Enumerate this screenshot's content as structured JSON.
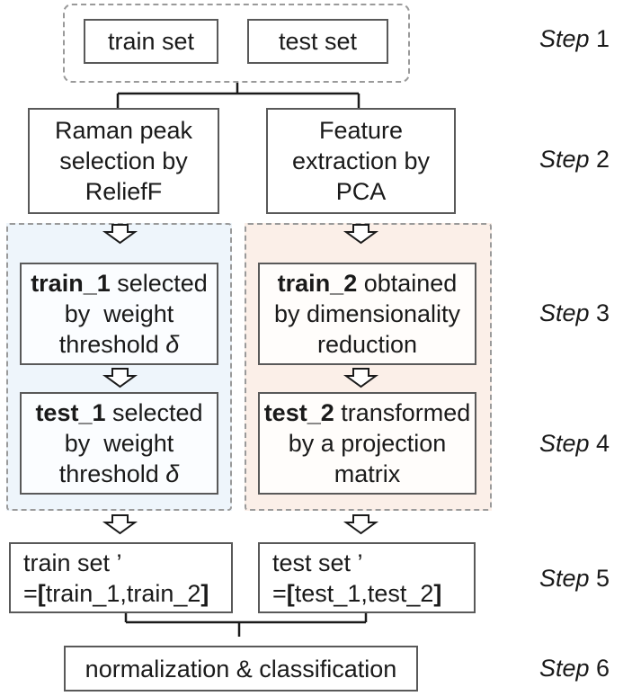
{
  "step1": {
    "train_set": "train set",
    "test_set": "test set"
  },
  "step2": {
    "left_lines": [
      "Raman peak",
      "selection by",
      "ReliefF"
    ],
    "right_lines": [
      "Feature",
      "extraction by",
      "PCA"
    ]
  },
  "step3": {
    "left": {
      "bold": "train_1",
      "rest1": " selected",
      "line2": "by  weight",
      "line3": "threshold ",
      "delta": "δ"
    },
    "right": {
      "bold": "train_2",
      "rest1": " obtained",
      "line2": "by dimensionality",
      "line3": "reduction"
    }
  },
  "step4": {
    "left": {
      "bold": "test_1",
      "rest1": " selected",
      "line2": "by  weight",
      "line3": "threshold ",
      "delta": "δ"
    },
    "right": {
      "bold": "test_2",
      "rest1": " transformed",
      "line2": "by a projection",
      "line3": "matrix"
    }
  },
  "step5": {
    "left": {
      "line1": "train set ’",
      "eq": "=",
      "open": "[",
      "inner": "train_1,train_2",
      "close": "]"
    },
    "right": {
      "line1": "test set ’",
      "eq": "=",
      "open": "[",
      "inner": "test_1,test_2",
      "close": "]"
    }
  },
  "step6": {
    "label": "normalization & classification"
  },
  "steps": [
    {
      "word": "Step",
      "num": " 1"
    },
    {
      "word": "Step",
      "num": " 2"
    },
    {
      "word": "Step",
      "num": " 3"
    },
    {
      "word": "Step",
      "num": " 4"
    },
    {
      "word": "Step",
      "num": " 5"
    },
    {
      "word": "Step",
      "num": " 6"
    }
  ],
  "colors": {
    "border": "#595959",
    "dashed": "#9a9a9a",
    "blue_region": "#eef5fb",
    "orange_region": "#fbefe8"
  }
}
